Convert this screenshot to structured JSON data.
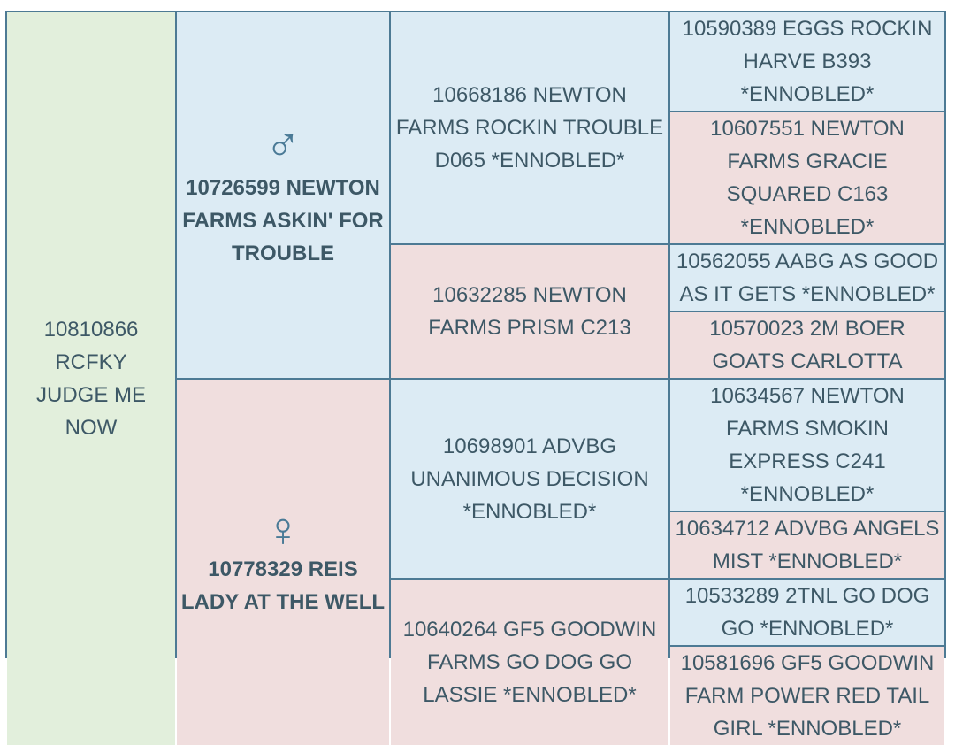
{
  "pedigree": {
    "root": {
      "name": "10810866 RCFKY JUDGE ME NOW"
    },
    "sire": {
      "symbol": "♂",
      "name": "10726599 NEWTON FARMS ASKIN' FOR TROUBLE"
    },
    "dam": {
      "symbol": "♀",
      "name": "10778329 REIS LADY AT THE WELL"
    },
    "sire_sire": {
      "name": "10668186 NEWTON FARMS ROCKIN TROUBLE D065 *ENNOBLED*"
    },
    "sire_dam": {
      "name": "10632285 NEWTON FARMS PRISM C213"
    },
    "dam_sire": {
      "name": "10698901 ADVBG UNANIMOUS DECISION *ENNOBLED*"
    },
    "dam_dam": {
      "name": "10640264 GF5 GOODWIN FARMS GO DOG GO LASSIE *ENNOBLED*"
    },
    "gen4": [
      {
        "name": "10590389 EGGS ROCKIN HARVE B393 *ENNOBLED*"
      },
      {
        "name": "10607551 NEWTON FARMS GRACIE SQUARED C163 *ENNOBLED*"
      },
      {
        "name": "10562055 AABG AS GOOD AS IT GETS *ENNOBLED*"
      },
      {
        "name": "10570023 2M BOER GOATS CARLOTTA"
      },
      {
        "name": "10634567 NEWTON FARMS SMOKIN EXPRESS C241 *ENNOBLED*"
      },
      {
        "name": "10634712 ADVBG ANGELS MIST *ENNOBLED*"
      },
      {
        "name": "10533289 2TNL GO DOG GO *ENNOBLED*"
      },
      {
        "name": "10581696 GF5 GOODWIN FARM POWER RED TAIL GIRL *ENNOBLED*"
      }
    ],
    "colors": {
      "border": "#4d7a94",
      "root_bg": "#e2efdc",
      "male_bg": "#dcebf4",
      "female_bg": "#f0dede",
      "text": "#3d5866"
    }
  }
}
